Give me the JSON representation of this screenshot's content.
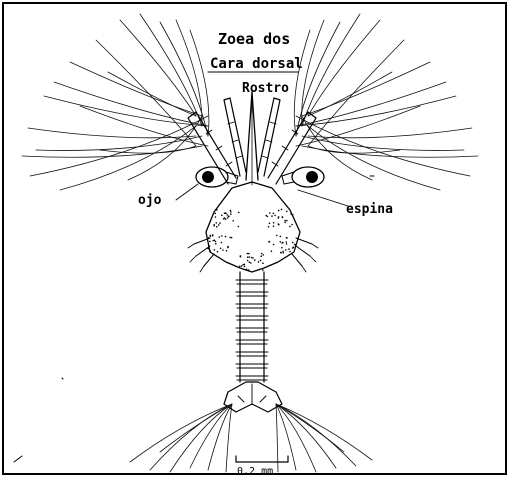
{
  "labels": {
    "title_line1": "Zoea dos",
    "title_line2": "Cara dorsal",
    "rostrum": "Rostro",
    "eye": "ojo",
    "spine": "espina",
    "scale": "0.2 mm"
  },
  "colors": {
    "ink": "#000000",
    "background": "#ffffff"
  }
}
